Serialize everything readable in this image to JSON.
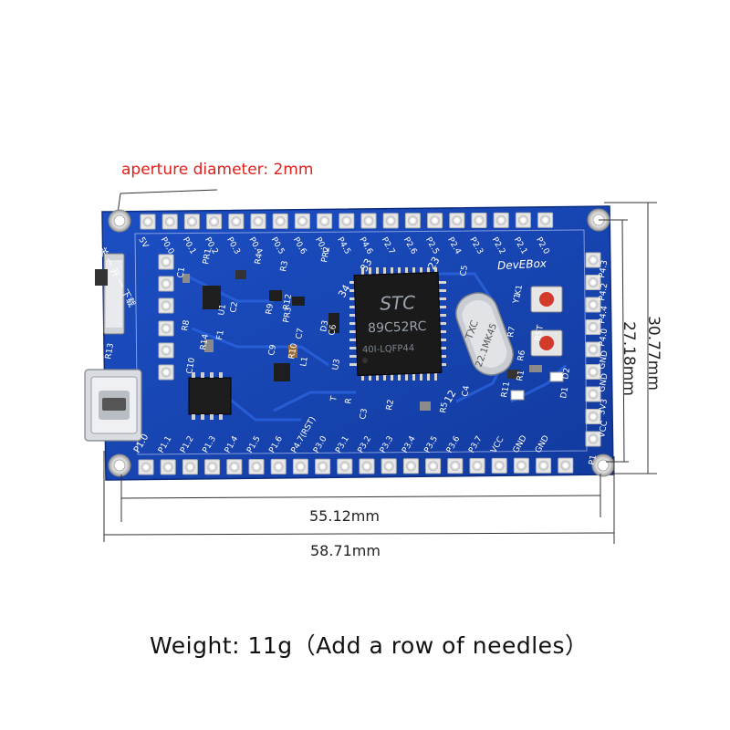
{
  "annotation": {
    "aperture_label": "aperture diameter: 2mm"
  },
  "dimensions": {
    "inner_width": "55.12mm",
    "outer_width": "58.71mm",
    "inner_height": "27.18mm",
    "outer_height": "30.77mm"
  },
  "board": {
    "brand": "DevEBox",
    "chip_logo": "STC",
    "chip_model": "89C52RC",
    "chip_sub": "40I-LQFP44",
    "crystal_brand": "TXC",
    "crystal_freq": "22.1MK45",
    "chip_pin_left": "34",
    "chip_pin_top": "33",
    "chip_pin_right": "23",
    "chip_pin_bottom": "12",
    "top_pins": [
      "P1.1",
      "P1.2",
      "P1.3",
      "P1.4",
      "P1.5",
      "P1.6",
      "P4.7(RST)",
      "P3.0",
      "P3.1",
      "P3.2",
      "P3.3",
      "P3.4",
      "P3.5",
      "P3.6",
      "P3.7",
      "VCC",
      "GND",
      "GND"
    ],
    "header_pins": [
      "5V",
      "P0.0",
      "P0.1",
      "P0.2",
      "P0.3",
      "P0.4",
      "P0.5",
      "P0.6",
      "P0.7",
      "P4.5",
      "P4.6",
      "P2.7",
      "P2.6",
      "P2.5",
      "P2.4",
      "P2.3",
      "P2.2",
      "P2.1",
      "P2.0"
    ],
    "right_pins": [
      "VCC",
      "3V3",
      "GND",
      "GND",
      "P4.0",
      "P4.4",
      "P4.2",
      "P4.3"
    ],
    "bottom_left_label": "P1.0",
    "labels": [
      "C1",
      "PR1",
      "R8",
      "R4",
      "R3",
      "PR2",
      "C5",
      "R2",
      "C2",
      "U1",
      "F1",
      "C10",
      "R13",
      "C9",
      "R10",
      "R12",
      "D3",
      "C6",
      "C7",
      "R9",
      "R11",
      "R6",
      "R7",
      "RST",
      "U3",
      "R5",
      "C3",
      "C4",
      "R1",
      "D1",
      "D2",
      "Y1",
      "K1",
      "P1",
      "PR3",
      "L1",
      "T",
      "R",
      "R14"
    ],
    "switch_label": "关  一  开  一  下载"
  },
  "footer": {
    "weight_text": "Weight: 11g（Add a row of needles）"
  }
}
